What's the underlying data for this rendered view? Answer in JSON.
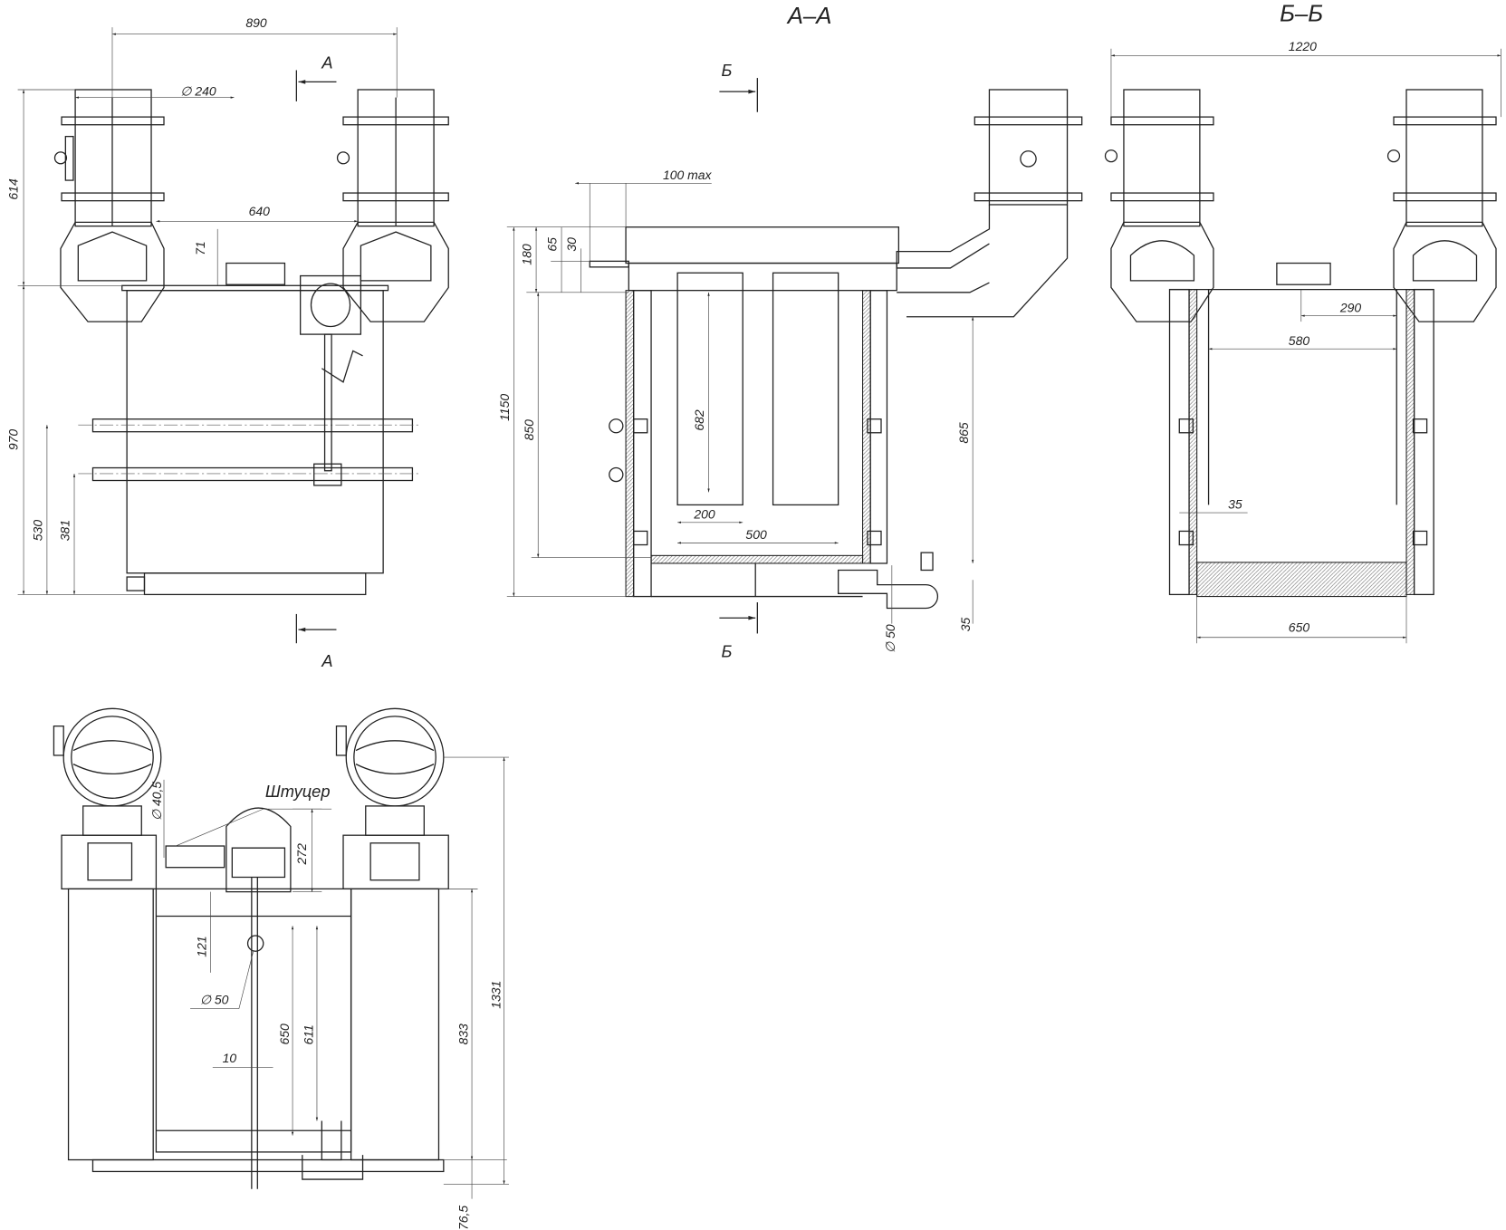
{
  "titles": {
    "section_a": "А–А",
    "section_b": "Б–Б"
  },
  "section_marks": {
    "a_top": "А",
    "a_bottom": "А",
    "b_top": "Б",
    "b_bottom": "Б"
  },
  "callouts": {
    "fitting": "Штуцер"
  },
  "front_view": {
    "d890": "890",
    "d240": "∅ 240",
    "d640": "640",
    "d71": "71",
    "d614": "614",
    "d970": "970",
    "d530": "530",
    "d381": "381"
  },
  "section_a_view": {
    "d100max": "100 max",
    "d180": "180",
    "d65": "65",
    "d30": "30",
    "d1150": "1150",
    "d850": "850",
    "d682": "682",
    "d200": "200",
    "d500": "500",
    "d865": "865",
    "d50": "∅ 50",
    "d35": "35"
  },
  "section_b_view": {
    "d1220": "1220",
    "d290": "290",
    "d580": "580",
    "d35": "35",
    "d650": "650"
  },
  "top_view": {
    "d40_5": "∅ 40,5",
    "d272": "272",
    "d121": "121",
    "d50": "∅ 50",
    "d650": "650",
    "d611": "611",
    "d10": "10",
    "d833": "833",
    "d1331": "1331",
    "d76_5": "76,5"
  }
}
